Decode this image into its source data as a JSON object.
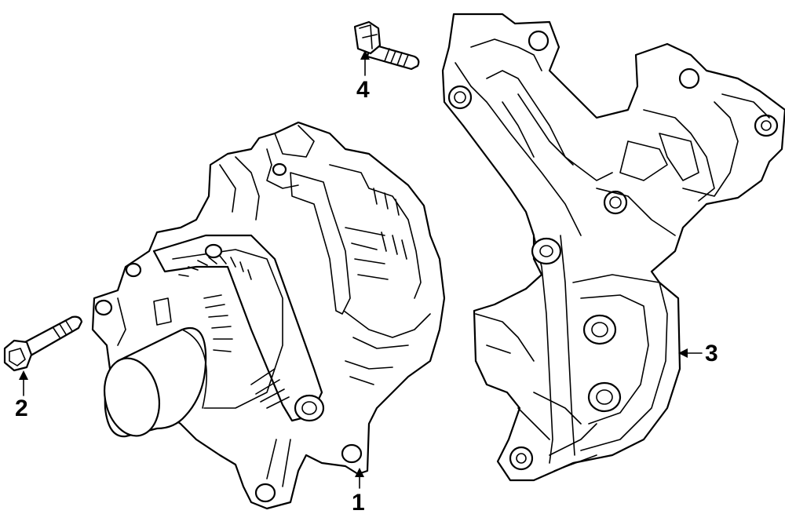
{
  "diagram": {
    "callouts": [
      {
        "id": "1",
        "label": "1",
        "part": "alternator"
      },
      {
        "id": "2",
        "label": "2",
        "part": "alternator-bolt"
      },
      {
        "id": "3",
        "label": "3",
        "part": "mounting-bracket"
      },
      {
        "id": "4",
        "label": "4",
        "part": "bracket-bolt"
      }
    ],
    "colors": {
      "line": "#000000",
      "background": "#ffffff"
    }
  }
}
